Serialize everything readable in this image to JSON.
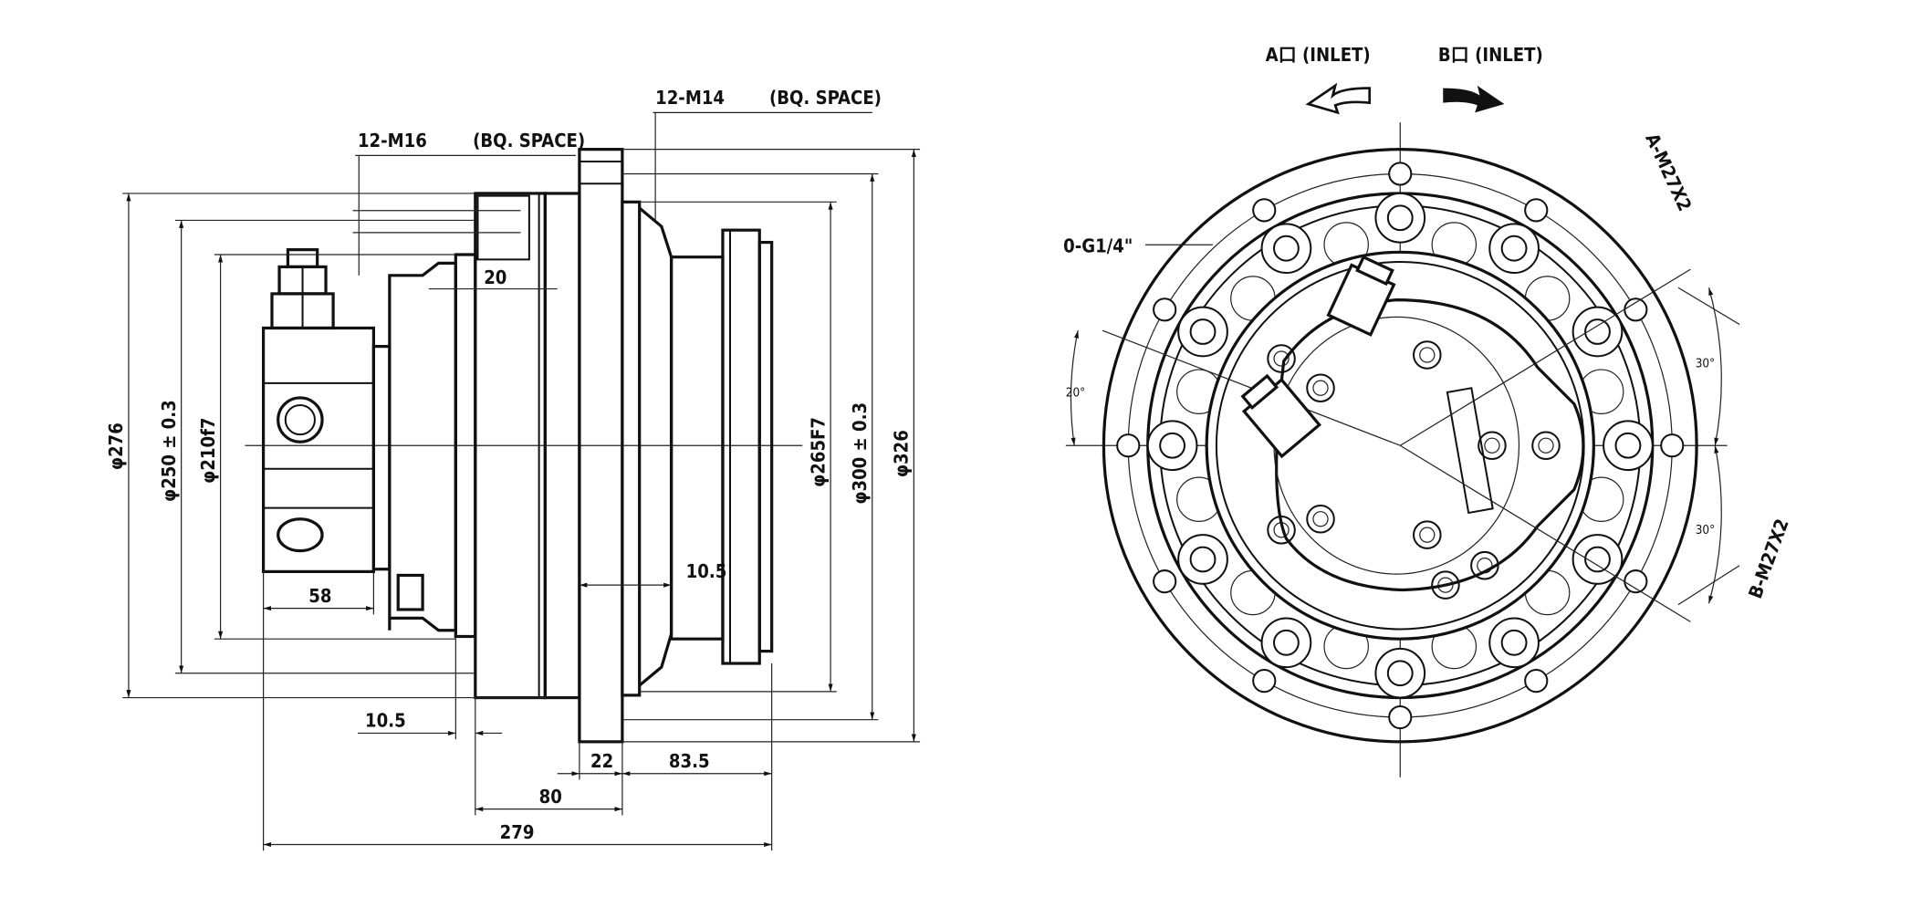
{
  "side_view": {
    "callout_m16": "12-M16",
    "callout_m16_space": "(BQ. SPACE)",
    "callout_m14": "12-M14",
    "callout_m14_space": "(BQ. SPACE)",
    "dim_d276": "φ276",
    "dim_d250": "φ250 ± 0.3",
    "dim_d210": "φ210f7",
    "dim_d265": "φ265F7",
    "dim_d300": "φ300 ± 0.3",
    "dim_d326": "φ326",
    "dim_20": "20",
    "dim_58": "58",
    "dim_10_5_left": "10.5",
    "dim_10_5_right": "10.5",
    "dim_22": "22",
    "dim_83_5": "83.5",
    "dim_80": "80",
    "dim_279": "279"
  },
  "front_view": {
    "port_a": "A口 (INLET)",
    "port_b": "B口 (INLET)",
    "port_a_thread": "A-M27X2",
    "port_b_thread": "B-M27X2",
    "drain_port": "0-G1/4\"",
    "angle_top": "30°",
    "angle_bottom": "30°",
    "angle_left": "20°"
  }
}
